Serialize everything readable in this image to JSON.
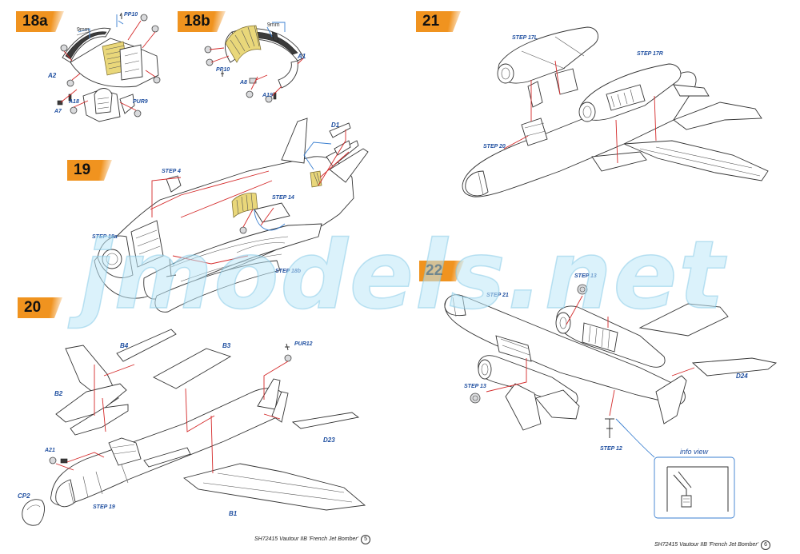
{
  "steps": {
    "s18a": "18a",
    "s18b": "18b",
    "s19": "19",
    "s20": "20",
    "s21": "21",
    "s22": "22"
  },
  "step18a": {
    "pp10": "PP10",
    "dim": "9mm",
    "a2": "A2",
    "a18": "A18",
    "a7": "A7",
    "pur9": "PUR9"
  },
  "step18b": {
    "dim": "9mm",
    "a1": "A1",
    "pp10": "PP10",
    "a8": "A8",
    "a19": "A19"
  },
  "step19": {
    "d1": "D1",
    "step4": "STEP 4",
    "step14": "STEP 14",
    "step18a": "STEP 18a",
    "step18b": "STEP 18b"
  },
  "step20": {
    "b4": "B4",
    "b3": "B3",
    "pur12": "PUR12",
    "b2": "B2",
    "a21": "A21",
    "d23": "D23",
    "cp2": "CP2",
    "step19": "STEP 19",
    "b1": "B1"
  },
  "step21": {
    "step17l": "STEP 17L",
    "step17r": "STEP 17R",
    "step20": "STEP 20"
  },
  "step22": {
    "step13_top": "STEP 13",
    "step21": "STEP 21",
    "step13_left": "STEP 13",
    "d24": "D24",
    "step12": "STEP 12",
    "info_view": "info view"
  },
  "footer": {
    "left_text": "SH72415  Vautour IIB 'French Jet Bomber'",
    "left_page": "5",
    "right_text": "SH72415  Vautour IIB 'French Jet Bomber'",
    "right_page": "6"
  },
  "watermark": "jmodels.net",
  "colors": {
    "badge": "#f0931f",
    "label_blue": "#1f4fa0",
    "arrow_red": "#d42a2a",
    "arrow_blue": "#3a7fd0",
    "photoetch_yellow": "#e9d77a",
    "watermark": "#bee8f8"
  }
}
